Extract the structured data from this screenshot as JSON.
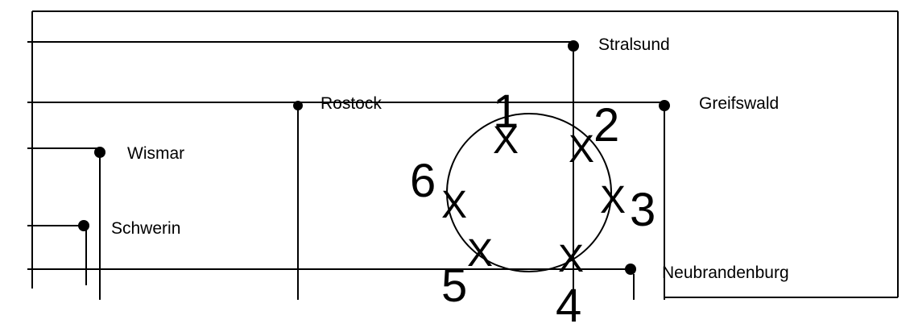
{
  "cities": {
    "stralsund": "Stralsund",
    "rostock": "Rostock",
    "greifswald": "Greifswald",
    "wismar": "Wismar",
    "schwerin": "Schwerin",
    "neubrandenburg": "Neubrandenburg"
  },
  "points": [
    {
      "mark": "X",
      "number": "1"
    },
    {
      "mark": "X",
      "number": "2"
    },
    {
      "mark": "X",
      "number": "3"
    },
    {
      "mark": "X",
      "number": "4"
    },
    {
      "mark": "X",
      "number": "5"
    },
    {
      "mark": "X",
      "number": "6"
    }
  ]
}
